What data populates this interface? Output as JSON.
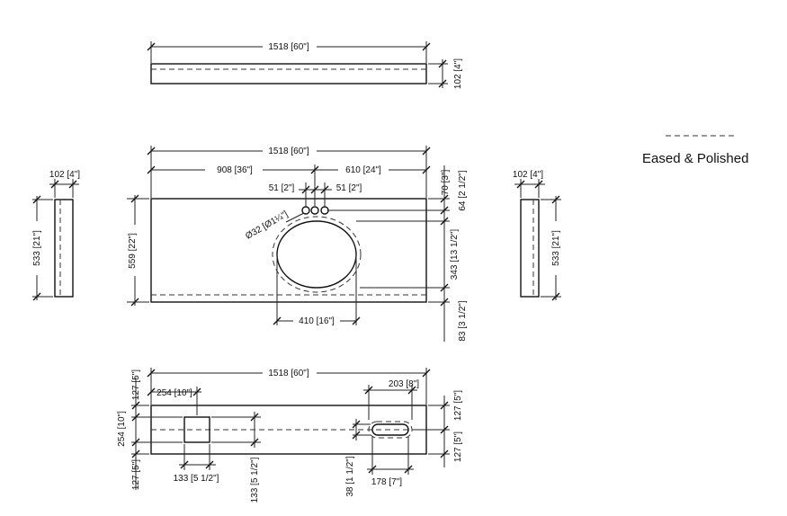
{
  "legend": {
    "label": "Eased & Polished"
  },
  "top_view": {
    "width": "1518 [60\"]",
    "height": "102 [4\"]"
  },
  "plan_view": {
    "width": "1518 [60\"]",
    "left_to_center": "908 [36\"]",
    "right_to_center": "610 [24\"]",
    "faucet_left": "51 [2\"]",
    "faucet_right": "51 [2\"]",
    "depth": "559 [22\"]",
    "faucet_from_back": "70 [3\"]",
    "faucet_to_sink": "64 [2 1/2\"]",
    "sink_depth": "343 [13 1/2\"]",
    "sink_to_front": "83 [3 1/2\"]",
    "sink_width": "410 [16\"]",
    "faucet_hole": "Ø32 [Ø1¼\"]"
  },
  "left_side": {
    "thickness": "102 [4\"]",
    "length": "533 [21\"]"
  },
  "right_side": {
    "thickness": "102 [4\"]",
    "length": "533 [21\"]"
  },
  "bottom_view": {
    "width": "1518 [60\"]",
    "top_margin_left": "127 [5\"]",
    "square_offset": "254 [10\"]",
    "square_height": "254 [10\"]",
    "bottom_margin_left": "127 [5\"]",
    "square_width": "133 [5 1/2\"]",
    "square_depth": "133 [5 1/2\"]",
    "slot_width": "203 [8\"]",
    "top_margin_right": "127 [5\"]",
    "bottom_margin_right": "127 [5\"]",
    "slot_height": "38 [1 1/2\"]",
    "slot_length": "178 [7\"]"
  }
}
